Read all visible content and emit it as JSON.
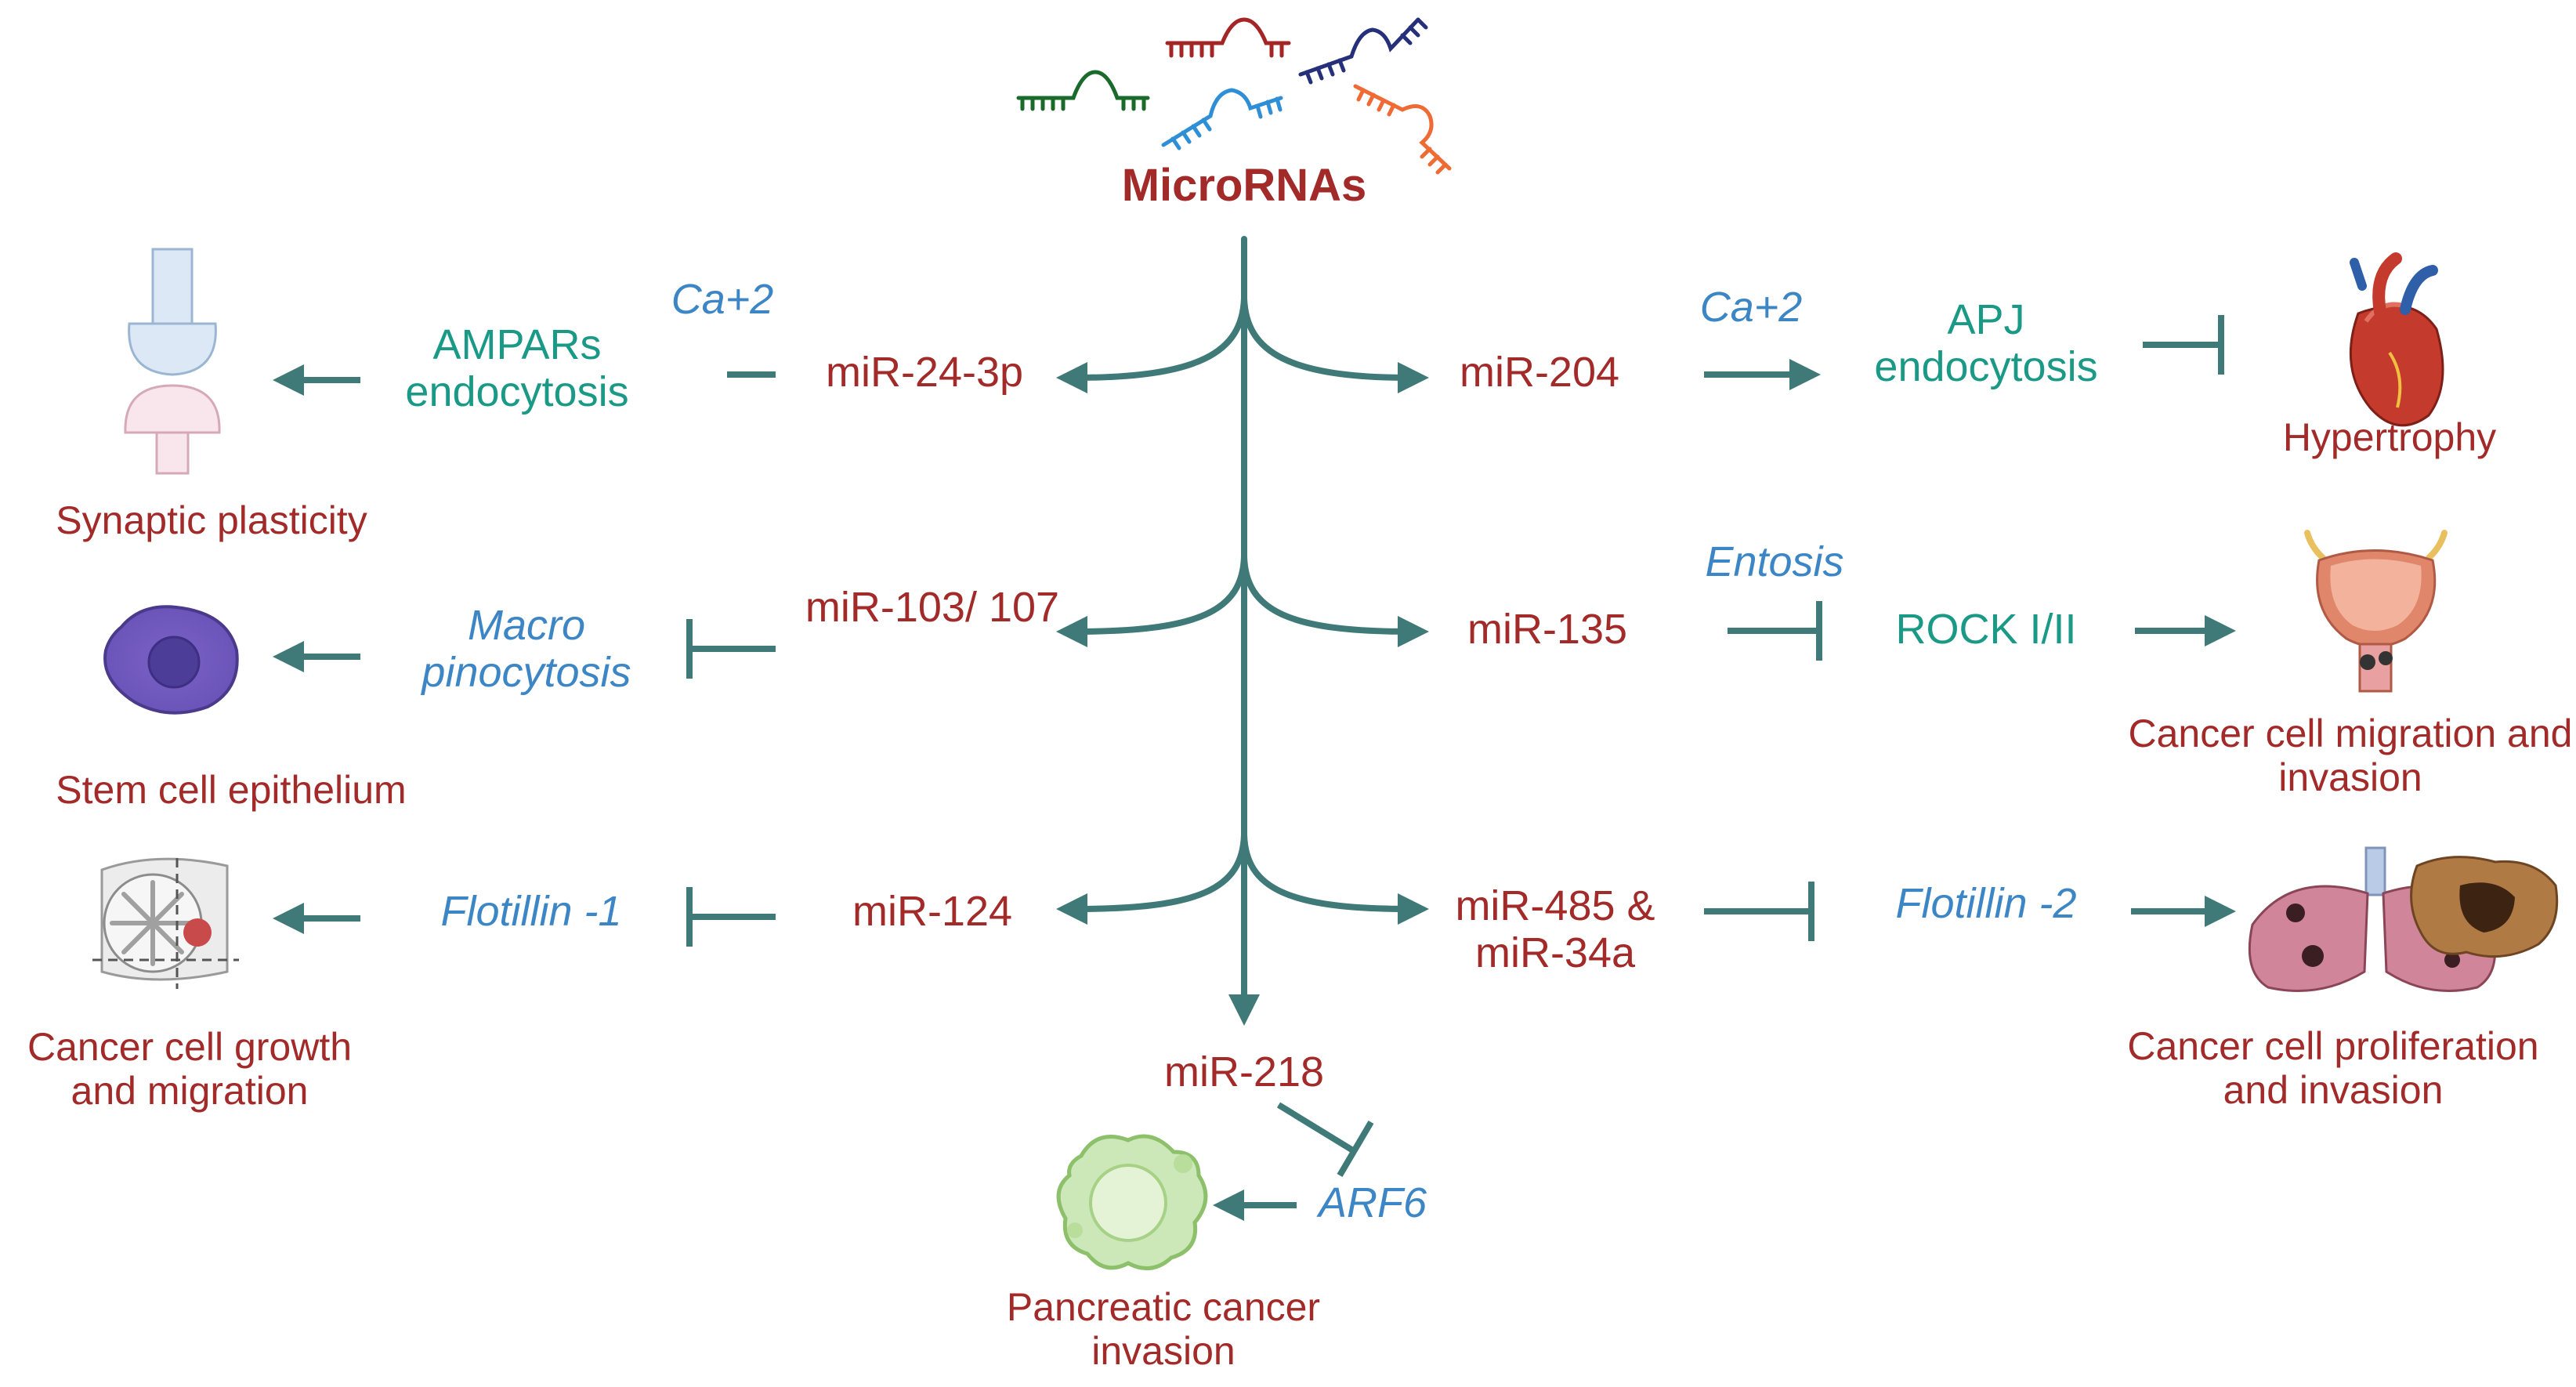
{
  "title": "MicroRNAs",
  "colors": {
    "arrow": "#3f7a78",
    "mirna_text": "#a22a29",
    "mediator_text": "#1a9a86",
    "italic_text": "#3c86c6",
    "rna_strands": [
      "#1a6b2b",
      "#a42525",
      "#252f7a",
      "#2e8fd6",
      "#ef6a35"
    ]
  },
  "icons": {
    "synapse": "synapse-icon",
    "stem_cell": "stem-cell-icon",
    "cancer_cell": "cancer-cell-icon",
    "pancreatic_cell": "pancreatic-cell-icon",
    "heart": "heart-icon",
    "bladder": "bladder-icon",
    "lungs": "lungs-icon",
    "tumor": "tumor-icon"
  },
  "left": [
    {
      "mirna": "miR-24-3p",
      "mediator": "AMPARs endocytosis",
      "modifier": "Ca+2",
      "outcome": "Synaptic plasticity"
    },
    {
      "mirna": "miR-103/ 107",
      "mediator": "Macro pinocytosis",
      "outcome": "Stem cell epithelium"
    },
    {
      "mirna": "miR-124",
      "mediator": "Flotillin -1",
      "outcome": "Cancer cell growth and migration"
    }
  ],
  "right": [
    {
      "mirna": "miR-204",
      "mediator": "APJ endocytosis",
      "modifier": "Ca+2",
      "outcome": "Hypertrophy"
    },
    {
      "mirna": "miR-135",
      "mediator": "ROCK I/II",
      "modifier": "Entosis",
      "outcome": "Cancer cell migration and invasion"
    },
    {
      "mirna": "miR-485 & miR-34a",
      "mediator": "Flotillin -2",
      "outcome": "Cancer cell proliferation and invasion"
    }
  ],
  "bottom": {
    "mirna": "miR-218",
    "mediator": "ARF6",
    "outcome": "Pancreatic cancer invasion"
  }
}
